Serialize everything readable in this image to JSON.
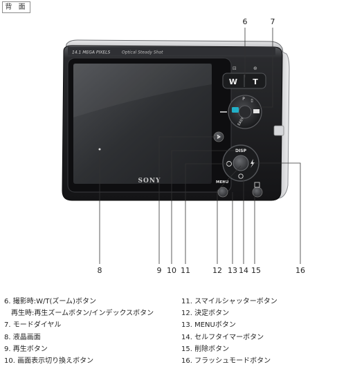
{
  "section_tag": "背 面",
  "camera": {
    "brand": "SONY",
    "model_text": "Optical Steady Shot",
    "mode_labels": {
      "easy": "EASY",
      "disp": "DISP",
      "menu": "MENU",
      "w": "W",
      "t": "T"
    }
  },
  "callouts": [
    "6",
    "7",
    "8",
    "9",
    "10",
    "11",
    "12",
    "13",
    "14",
    "15",
    "16"
  ],
  "legend_left": [
    {
      "text": "6. 撮影時:W/T(ズーム)ボタン",
      "sub": "再生時:再生ズームボタン/インデックスボタン"
    },
    {
      "text": "7. モードダイヤル"
    },
    {
      "text": "8. 液晶画面"
    },
    {
      "text": "9. 再生ボタン"
    },
    {
      "text": "10. 画面表示切り換えボタン"
    }
  ],
  "legend_right": [
    {
      "text": "11. スマイルシャッターボタン"
    },
    {
      "text": "12. 決定ボタン"
    },
    {
      "text": "13. MENUボタン"
    },
    {
      "text": "14. セルフタイマーボタン"
    },
    {
      "text": "15. 削除ボタン"
    },
    {
      "text": "16. フラッシュモードボタン"
    }
  ]
}
